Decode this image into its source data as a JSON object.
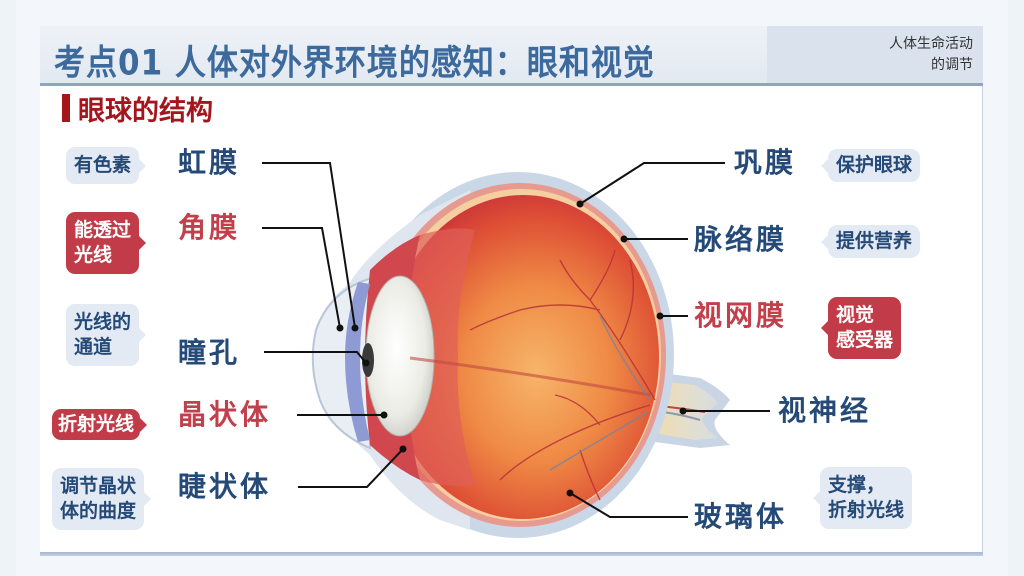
{
  "header": {
    "title": "考点01  人体对外界环境的感知：眼和视觉",
    "chapter_line1": "人体生命活动",
    "chapter_line2": "的调节"
  },
  "section": {
    "heading": "眼球的结构"
  },
  "labels_left": [
    {
      "term": "虹膜",
      "color": "blue",
      "note": "有色素"
    },
    {
      "term": "角膜",
      "color": "red",
      "note_line1": "能透过",
      "note_line2": "光线"
    },
    {
      "term": "瞳孔",
      "color": "blue",
      "note_line1": "光线的",
      "note_line2": "通道"
    },
    {
      "term": "晶状体",
      "color": "red",
      "note": "折射光线"
    },
    {
      "term": "睫状体",
      "color": "blue",
      "note_line1": "调节晶状",
      "note_line2": "体的曲度"
    }
  ],
  "labels_right": [
    {
      "term": "巩膜",
      "color": "blue",
      "note": "保护眼球"
    },
    {
      "term": "脉络膜",
      "color": "blue",
      "note": "提供营养"
    },
    {
      "term": "视网膜",
      "color": "red",
      "note_line1": "视觉",
      "note_line2": "感受器"
    },
    {
      "term": "视神经",
      "color": "blue"
    },
    {
      "term": "玻璃体",
      "color": "blue",
      "note_line1": "支撑，",
      "note_line2": "折射光线"
    }
  ],
  "colors": {
    "title_blue": "#3d6a9c",
    "term_blue": "#264a77",
    "term_red": "#c1404c",
    "heading_red": "#a5151c",
    "note_blue_bg": "#e3eaf4",
    "note_red_bg": "#c13c48"
  }
}
